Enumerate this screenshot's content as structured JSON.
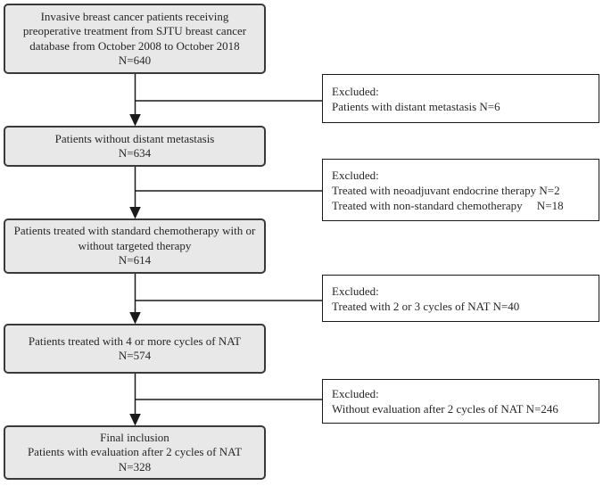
{
  "diagram": {
    "main_boxes": [
      {
        "id": "source-population",
        "text": "Invasive breast cancer patients receiving\npreoperative treatment from SJTU breast cancer\ndatabase from October 2008 to October 2018\nN=640"
      },
      {
        "id": "without-distant-metastasis",
        "text": "Patients without distant metastasis\nN=634"
      },
      {
        "id": "standard-chemotherapy",
        "text": "Patients treated with standard chemotherapy with or\nwithout targeted therapy\nN=614"
      },
      {
        "id": "four-or-more-cycles",
        "text": "Patients treated with 4 or more cycles of NAT\nN=574"
      },
      {
        "id": "final-inclusion",
        "text": "Final inclusion\nPatients with evaluation after 2 cycles of NAT\nN=328"
      }
    ],
    "excluded_boxes": [
      {
        "text": "Excluded:\nPatients with distant metastasis N=6"
      },
      {
        "text": "Excluded:\nTreated with neoadjuvant endocrine therapy N=2\nTreated with non-standard chemotherapy     N=18"
      },
      {
        "text": "Excluded:\nTreated with 2 or 3 cycles of NAT N=40"
      },
      {
        "text": "Excluded:\nWithout evaluation after 2 cycles of NAT N=246"
      }
    ],
    "colors": {
      "box_fill": "#e8e8e8",
      "box_border": "#3a3a3a",
      "exc_border": "#1a1a1a",
      "line": "#1a1a1a",
      "text": "#262626",
      "background": "#ffffff"
    }
  }
}
